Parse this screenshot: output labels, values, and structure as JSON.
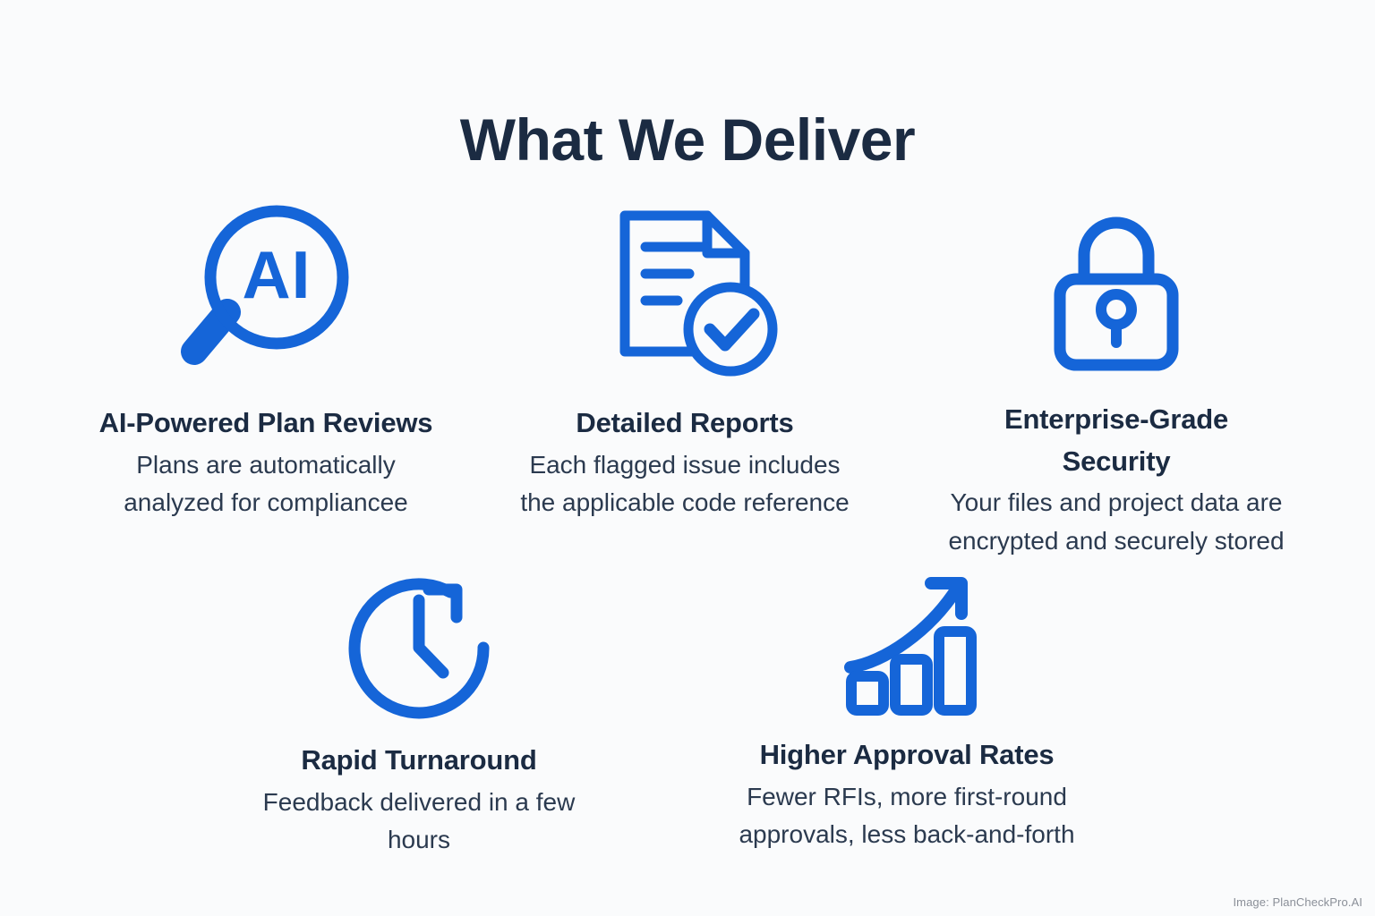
{
  "header": {
    "title": "What We Deliver"
  },
  "colors": {
    "background": "#fafbfc",
    "accent_blue": "#1565d8",
    "heading_navy": "#1b2b42",
    "body_text": "#2b3a4f",
    "watermark_gray": "#8a8f98"
  },
  "features": [
    {
      "id": "ai",
      "icon": "magnifier-ai-icon",
      "icon_label": "AI",
      "title": "AI-Powered Plan Reviews",
      "description": "Plans are automatically analyzed for compliancee",
      "description_lines": [
        "Plans are automatically",
        "analyzed for compliancee"
      ]
    },
    {
      "id": "reports",
      "icon": "document-check-icon",
      "title": "Detailed Reports",
      "description": "Each flagged issue includes the applicable code reference",
      "description_lines": [
        "Each flagged issue includes",
        "the applicable code reference"
      ]
    },
    {
      "id": "security",
      "icon": "lock-icon",
      "title": "Enterprise-Grade Security",
      "title_lines": [
        "Enterprise-Grade",
        "Security"
      ],
      "description": "Your files and project data are encrypted and securely stored",
      "description_lines": [
        "Your files and project data are",
        "encrypted and securely stored"
      ]
    },
    {
      "id": "turnaround",
      "icon": "clock-arrow-icon",
      "title": "Rapid Turnaround",
      "description": "Feedback delivered in a few hours",
      "description_lines": [
        "Feedback delivered in a few",
        "hours"
      ]
    },
    {
      "id": "approval",
      "icon": "bar-chart-arrow-icon",
      "title": "Higher Approval Rates",
      "description": "Fewer RFIs, more first-round approvals, less back-and-forth",
      "description_lines": [
        "Fewer RFIs, more first-round",
        "approvals, less back-and-forth"
      ]
    }
  ],
  "footer": {
    "watermark": "Image: PlanCheckPro.AI"
  }
}
